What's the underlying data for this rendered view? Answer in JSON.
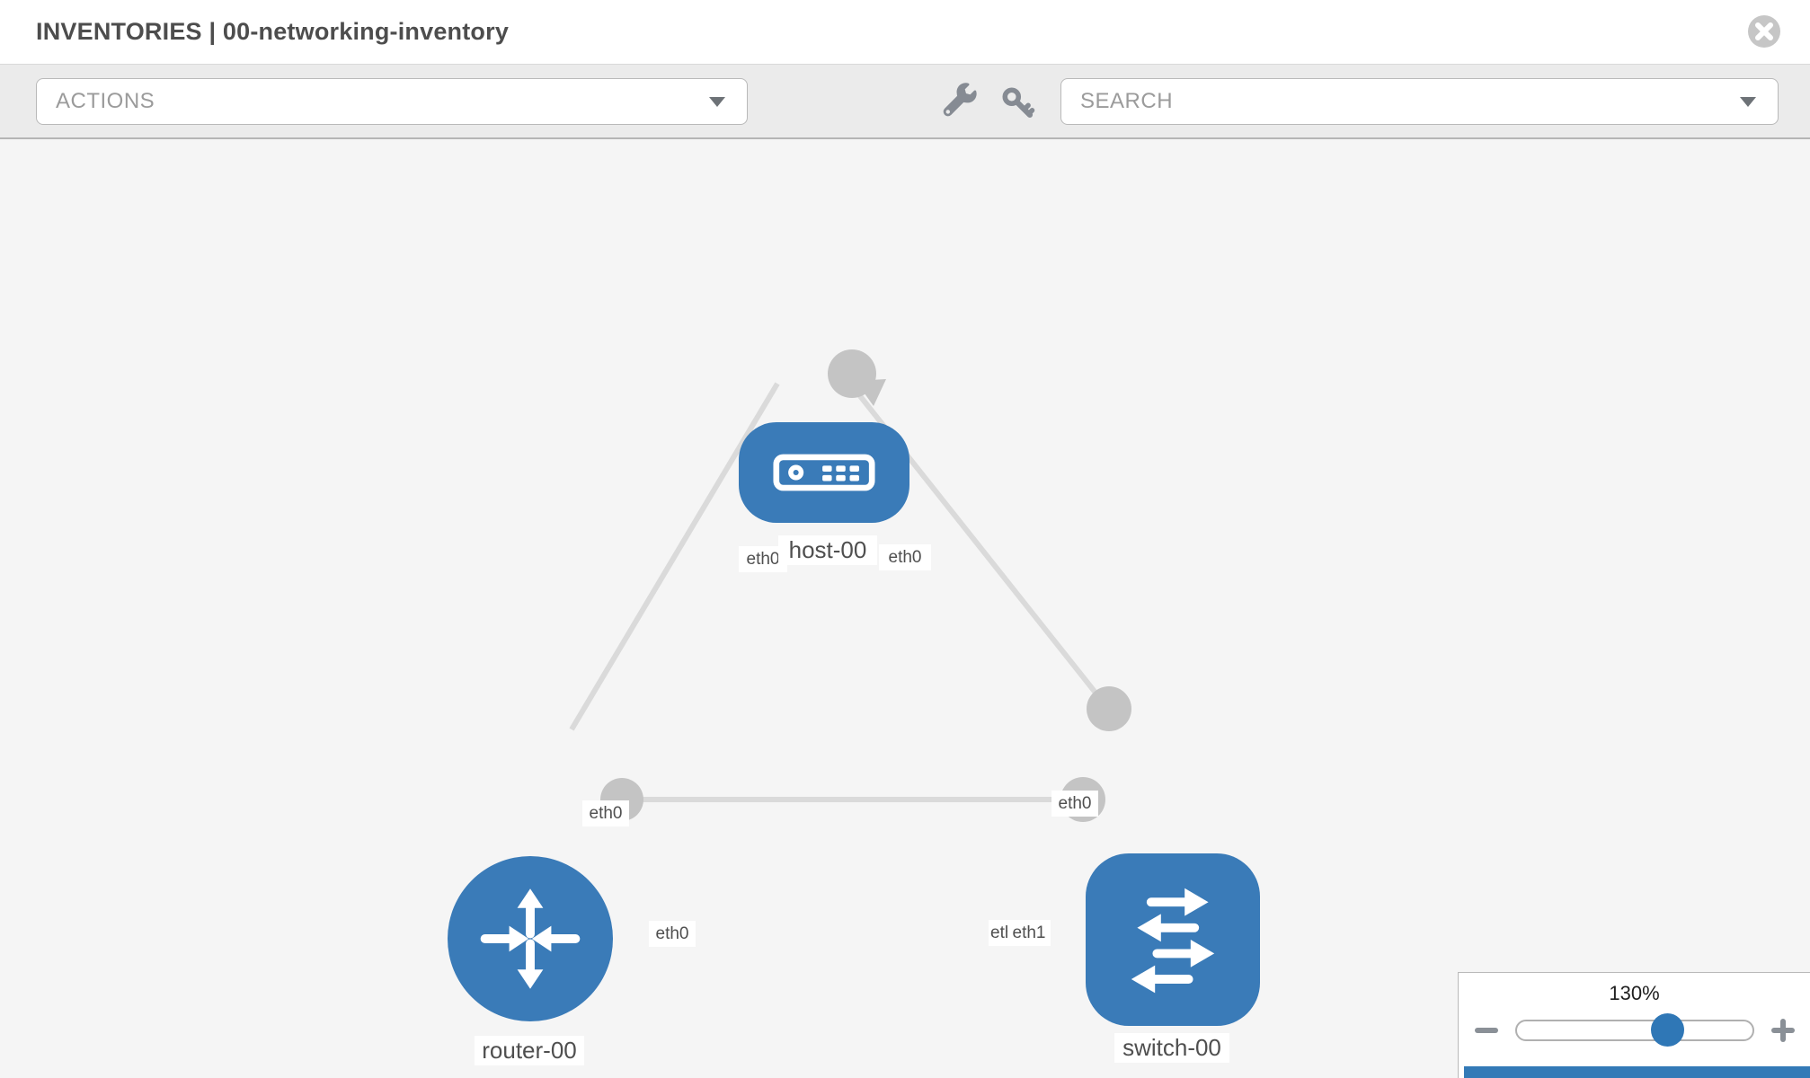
{
  "header": {
    "title": "INVENTORIES | 00-networking-inventory"
  },
  "toolbar": {
    "actions_label": "ACTIONS",
    "search_placeholder": "SEARCH"
  },
  "zoom_control": {
    "level": "130%"
  },
  "topology": {
    "nodes": [
      {
        "id": "host-00",
        "type": "host",
        "label": "host-00"
      },
      {
        "id": "router-00",
        "type": "router",
        "label": "router-00"
      },
      {
        "id": "switch-00",
        "type": "switch",
        "label": "switch-00"
      }
    ],
    "links": [
      {
        "from": "router-00",
        "to": "host-00",
        "from_interface": "eth0",
        "to_interface": "eth0"
      },
      {
        "from": "host-00",
        "to": "switch-00",
        "from_interface": "eth0",
        "to_interface": "eth0"
      },
      {
        "from": "router-00",
        "to": "switch-00",
        "from_interface": "eth0",
        "to_interface": "eth1"
      }
    ],
    "interface_labels": {
      "host_left": "eth0",
      "host_right": "eth0",
      "router_top": "eth0",
      "switch_top": "eth0",
      "router_right": "eth0",
      "switch_bottom_under": "eth0",
      "switch_bottom_over": "eth1"
    }
  },
  "colors": {
    "node_blue": "#3a7bb8",
    "link_gray": "#dadada",
    "connector_gray": "#c4c4c4",
    "accent_blue": "#337ab7",
    "toolbar_bg": "#ebebeb"
  }
}
